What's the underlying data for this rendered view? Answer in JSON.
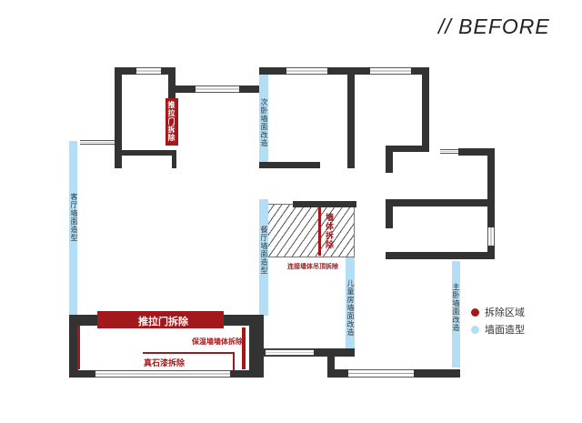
{
  "title": "// BEFORE",
  "labels": {
    "sliding_door_removal_small": "推拉门拆除",
    "secondary_bedroom_wall": "次卧墙面改造",
    "living_room_wall": "客厅墙面造型",
    "dining_room_wall": "餐厅墙面造型",
    "wall_removal": "墙体拆除",
    "ceiling_removal": "连接墙体吊顶拆除",
    "kids_room_wall": "儿童房墙面改造",
    "master_bedroom_wall": "主卧墙面改造",
    "sliding_door_removal_balcony": "推拉门拆除",
    "insulation_wall_removal": "保温墙墙体拆除",
    "stone_paint_removal": "真石漆拆除"
  },
  "legend": [
    {
      "label": "拆除区域",
      "color": "#a3181b"
    },
    {
      "label": "墙面造型",
      "color": "#b3def5"
    }
  ]
}
